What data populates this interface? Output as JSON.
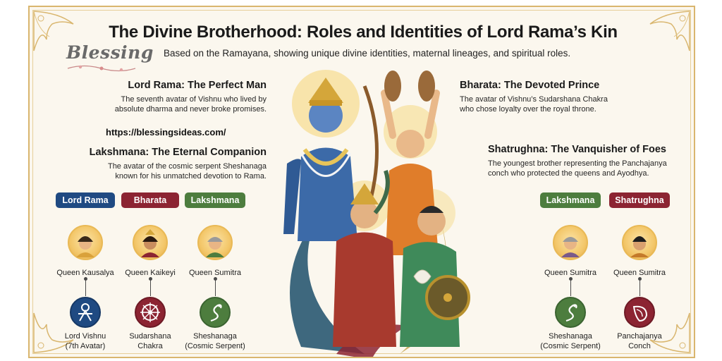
{
  "title": "The Divine Brotherhood: Roles and Identities of Lord Rama’s Kin",
  "subtitle": "Based on the Ramayana, showing unique divine identities, maternal lineages, and spiritual roles.",
  "logo_text": "Blessing",
  "website": "https://blessingsideas.com/",
  "colors": {
    "blue": "#1f4a82",
    "maroon": "#8c2432",
    "green": "#4d7d3e",
    "gold": "#d9b66e",
    "background": "#fbf7ee"
  },
  "sections": {
    "rama": {
      "heading": "Lord Rama: The Perfect Man",
      "line1": "The seventh avatar of Vishnu who lived by",
      "line2": "absolute dharma and never broke promises."
    },
    "bharata": {
      "heading": "Bharata: The Devoted Prince",
      "line1": "The avatar of Vishnu’s Sudarshana Chakra",
      "line2": "who chose loyalty over the royal throne."
    },
    "lakshmana": {
      "heading": "Lakshmana: The Eternal Companion",
      "line1": "The avatar of the cosmic serpent Sheshanaga",
      "line2": "known for his unmatched devotion to Rama."
    },
    "shatrughna": {
      "heading": "Shatrughna: The Vanquisher of Foes",
      "line1": "The youngest brother representing the Panchajanya",
      "line2": "conch who protected the queens and Ayodhya."
    }
  },
  "lineages": {
    "left": [
      {
        "brother": "Lord Rama",
        "color": "blue",
        "mother": "Queen Kausalya",
        "identity_line1": "Lord Vishnu",
        "identity_line2": "(7th Avatar)",
        "symbol_icon": "vishnu-icon"
      },
      {
        "brother": "Bharata",
        "color": "maroon",
        "mother": "Queen Kaikeyi",
        "identity_line1": "Sudarshana",
        "identity_line2": "Chakra",
        "symbol_icon": "chakra-icon"
      },
      {
        "brother": "Lakshmana",
        "color": "green",
        "mother": "Queen Sumitra",
        "identity_line1": "Sheshanaga",
        "identity_line2": "(Cosmic Serpent)",
        "symbol_icon": "serpent-icon"
      }
    ],
    "right": [
      {
        "brother": "Lakshmana",
        "color": "green",
        "mother": "Queen Sumitra",
        "identity_line1": "Sheshanaga",
        "identity_line2": "(Cosmic Serpent)",
        "symbol_icon": "serpent-icon"
      },
      {
        "brother": "Shatrughna",
        "color": "maroon",
        "mother": "Queen Sumitra",
        "identity_line1": "Panchajanya",
        "identity_line2": "Conch",
        "symbol_icon": "conch-icon"
      }
    ]
  }
}
